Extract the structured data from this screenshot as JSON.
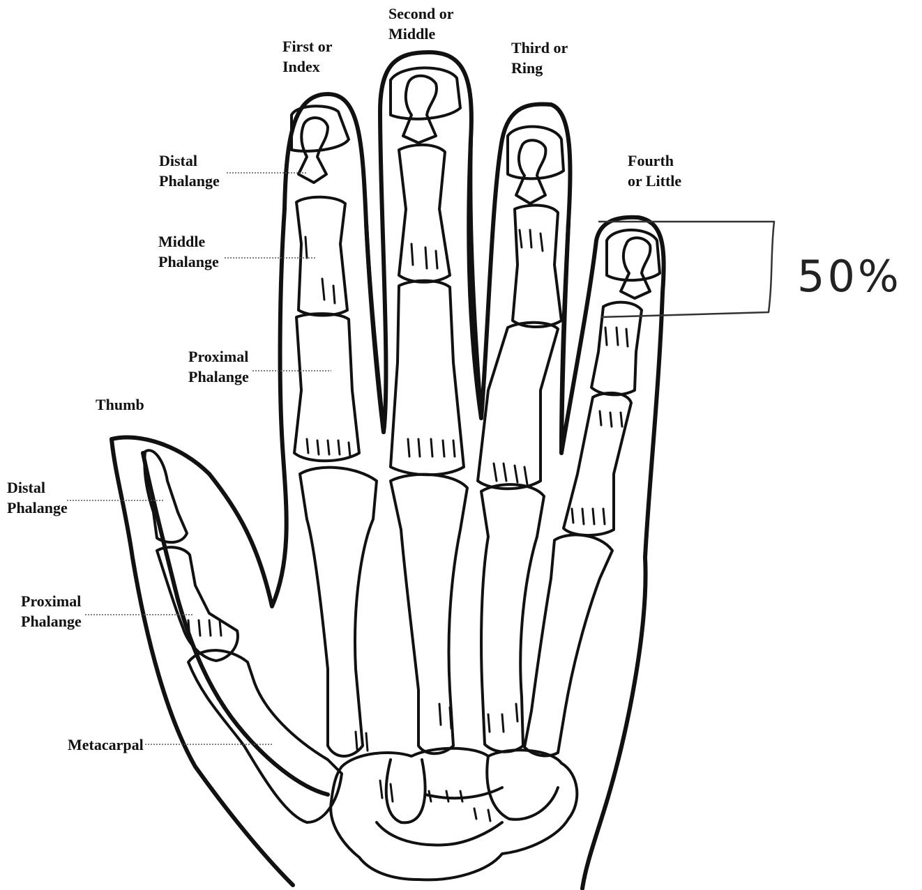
{
  "labels": {
    "index": [
      "First or",
      "Index"
    ],
    "middle": [
      "Second or",
      "Middle"
    ],
    "ring": [
      "Third or",
      "Ring"
    ],
    "little": [
      "Fourth",
      "or Little"
    ],
    "distal_finger": [
      "Distal",
      "Phalange"
    ],
    "middle_phalange": [
      "Middle",
      "Phalange"
    ],
    "proximal_finger": [
      "Proximal",
      "Phalange"
    ],
    "thumb": "Thumb",
    "distal_thumb": [
      "Distal",
      "Phalange"
    ],
    "proximal_thumb": [
      "Proximal",
      "Phalange"
    ],
    "metacarpal": "Metacarpal"
  },
  "annotation": {
    "percent": "50%"
  },
  "colors": {
    "ink": "#111111",
    "leader": "#555555",
    "background": "#ffffff"
  }
}
